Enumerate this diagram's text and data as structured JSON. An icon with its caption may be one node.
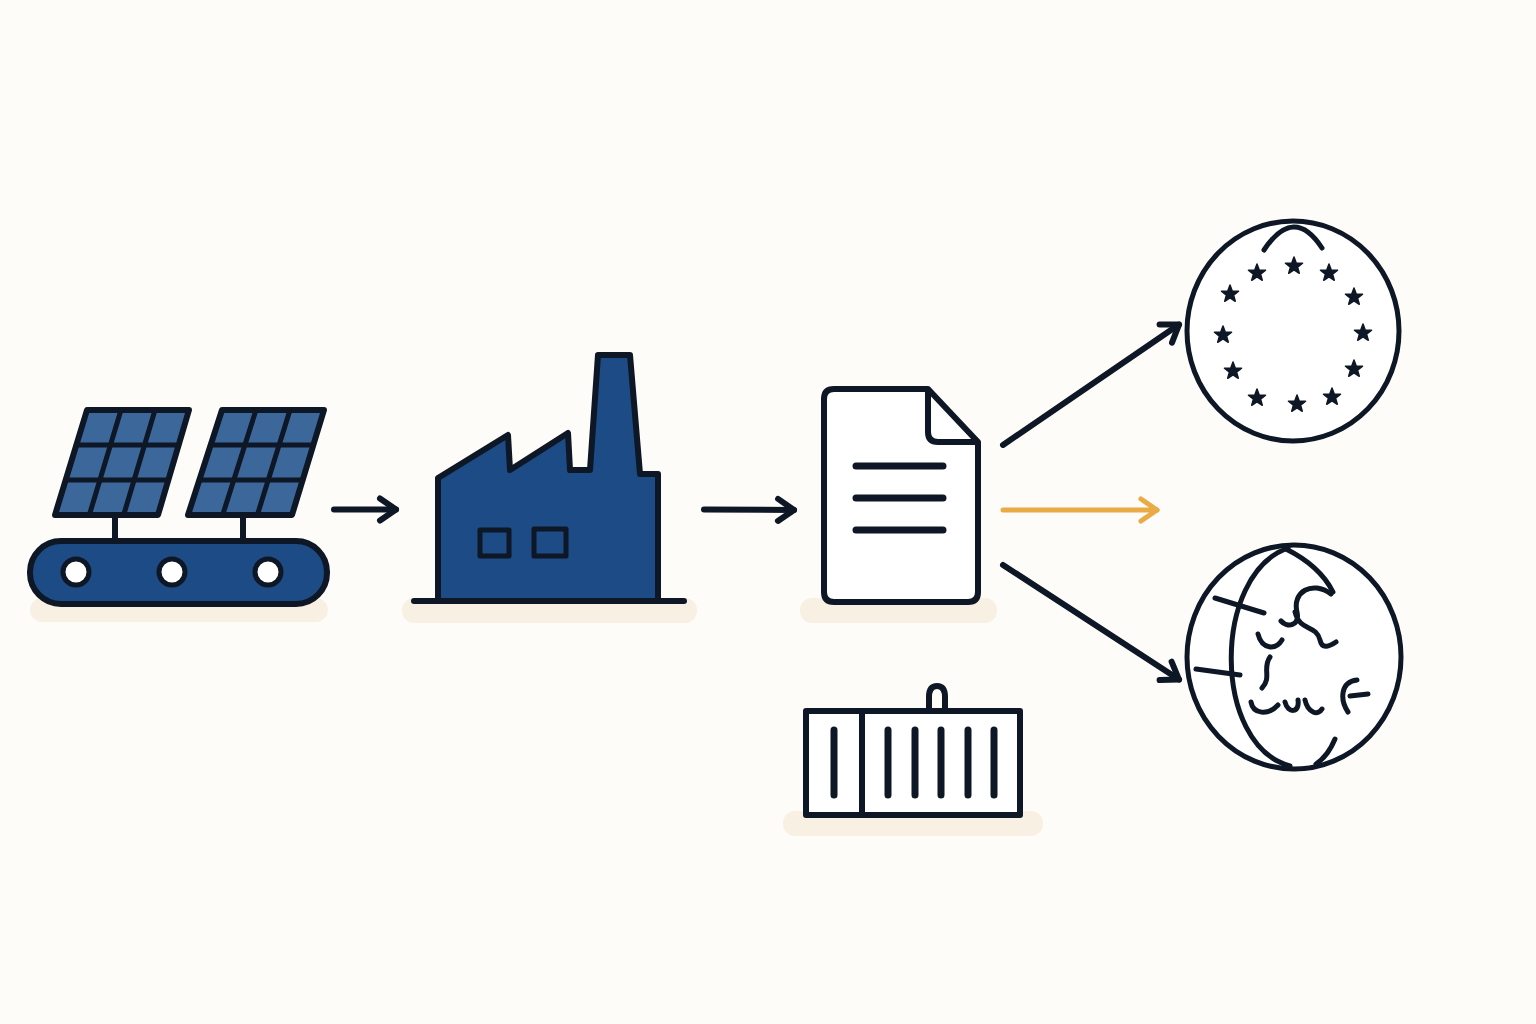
{
  "diagram": {
    "nodes": [
      {
        "text": [],
        "shape": "picture"
      },
      {
        "text": [],
        "shape": "picture"
      },
      {
        "text": [],
        "shape": "picture"
      },
      {
        "text": [],
        "shape": "picture"
      },
      {
        "text": [],
        "shape": "picture"
      },
      {
        "text": [],
        "shape": "picture"
      }
    ],
    "edges": [
      {
        "from": 0,
        "to": 1,
        "arrow": "to"
      },
      {
        "from": 1,
        "to": 2,
        "arrow": "to"
      },
      {
        "from": 2,
        "to": 3,
        "arrow": "to"
      },
      {
        "from": 2,
        "to": null,
        "arrow": "to",
        "color": "#e9ab45"
      },
      {
        "from": 2,
        "to": 4,
        "arrow": "to"
      }
    ]
  }
}
